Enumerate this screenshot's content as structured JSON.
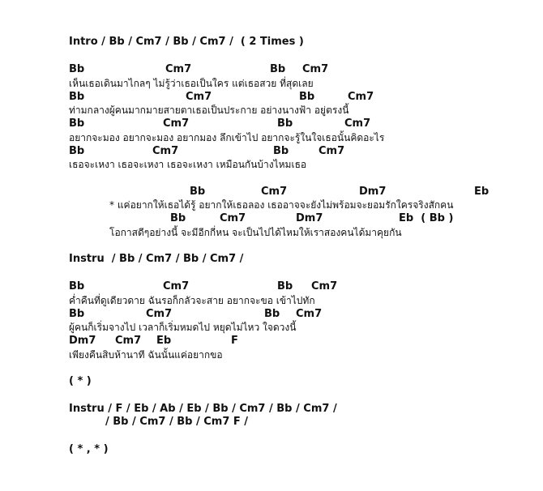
{
  "sections": {
    "intro": "Intro / Bb / Cm7 / Bb / Cm7 /  ( 2 Times )",
    "verse1": [
      {
        "chords": [
          "Bb",
          "Cm7",
          "Bb",
          "Cm7"
        ],
        "lyric": "เห็นเธอเดินมาไกลๆ ไม่รู้ว่าเธอเป็นใคร แต่เธอสวย ที่สุดเลย"
      },
      {
        "chords": [
          "Bb",
          "Cm7",
          "Bb",
          "Cm7"
        ],
        "lyric": "ท่ามกลางผู้คนมากมายสายตาเธอเป็นประกาย อย่างนางฟ้า อยู่ตรงนี้"
      },
      {
        "chords": [
          "Bb",
          "Cm7",
          "Bb",
          "Cm7"
        ],
        "lyric": "อยากจะมอง อยากจะมอง อยากมอง ลึกเข้าไป อยากจะรู้ในใจเธอนั้นคิดอะไร"
      },
      {
        "chords": [
          "Bb",
          "Cm7",
          "Bb",
          "Cm7"
        ],
        "lyric": "เธอจะเหงา เธอจะเหงา เธอจะเหงา เหมือนกันบ้างไหมเธอ"
      }
    ],
    "chorus": [
      {
        "chords": [
          "Bb",
          "Cm7",
          "Dm7",
          "Eb"
        ],
        "lyric": "* แค่อยากให้เธอได้รู้ อยากให้เธอลอง เธออาจจะยังไม่พร้อมจะยอมรักใครจริงสักคน"
      },
      {
        "chords": [
          "Bb",
          "Cm7",
          "Dm7",
          "Eb  ( Bb )"
        ],
        "lyric": "โอกาสดีๆอย่างนี้ จะมีอีกกี่หน จะเป็นไปได้ไหมให้เราสองคนได้มาคุยกัน"
      }
    ],
    "instru1": "Instru  / Bb / Cm7 / Bb / Cm7 /",
    "verse2": [
      {
        "chords": [
          "Bb",
          "Cm7",
          "Bb",
          "Cm7"
        ],
        "lyric": "ค่ำคืนที่ดูเดียวดาย ฉันรอก็กลัวจะสาย อยากจะขอ เข้าไปทัก"
      },
      {
        "chords": [
          "Bb",
          "Cm7",
          "Bb",
          "Cm7"
        ],
        "lyric": "ผู้คนก็เริ่มจางไป เวลาก็เริ่มหมดไป หยุดไม่ไหว ใจดวงนี้"
      },
      {
        "chords": [
          "Dm7",
          "Cm7",
          "Eb",
          "F"
        ],
        "lyric": "เพียงคืนสิบห้านาที ฉันนั้นแค่อยากขอ"
      }
    ],
    "repeat1": "( * )",
    "instru2_line1": "Instru / F / Eb / Ab / Eb / Bb / Cm7 / Bb / Cm7 /",
    "instru2_line2": "/ Bb / Cm7 / Bb / Cm7 F /",
    "repeat2": "( * , * )"
  }
}
